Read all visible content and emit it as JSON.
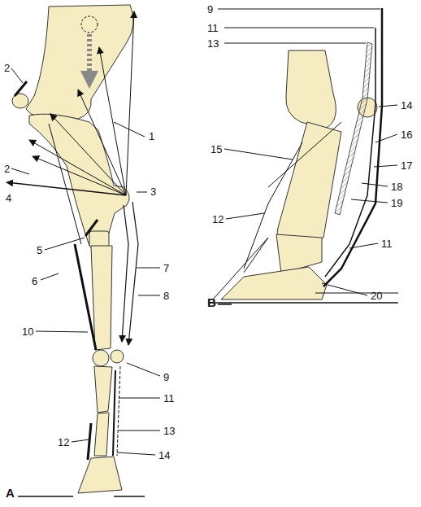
{
  "diagram": {
    "labels": [
      "1",
      "2",
      "3",
      "2",
      "4",
      "5",
      "6",
      "7",
      "8",
      "9",
      "10",
      "11",
      "12",
      "13",
      "14",
      "A",
      "9",
      "11",
      "13",
      "14",
      "15",
      "16",
      "12",
      "17",
      "18",
      "19",
      "11",
      "20",
      "B"
    ]
  }
}
